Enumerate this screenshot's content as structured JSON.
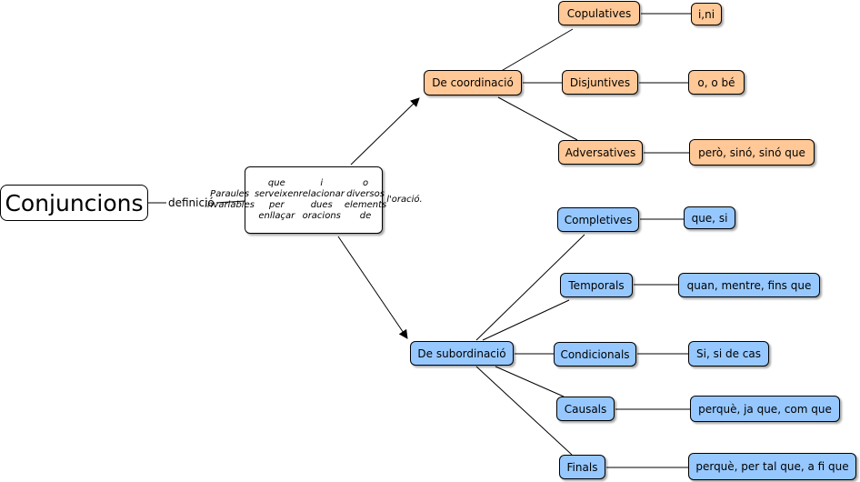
{
  "main": {
    "title": "Conjuncions"
  },
  "link_label": "definició",
  "definition": {
    "lines": [
      "Paraules invariables",
      "que serveixen per enllaçar",
      "i relacionar dues oracions",
      "o diversos elements de",
      "l'oració."
    ]
  },
  "coordination": {
    "label": "De coordinació",
    "types": [
      {
        "name": "Copulatives",
        "example": "i,ni"
      },
      {
        "name": "Disjuntives",
        "example": "o, o bé"
      },
      {
        "name": "Adversatives",
        "example": "però, sinó, sinó que"
      }
    ]
  },
  "subordination": {
    "label": "De subordinació",
    "types": [
      {
        "name": "Completives",
        "example": "que, si"
      },
      {
        "name": "Temporals",
        "example": "quan, mentre, fins que"
      },
      {
        "name": "Condicionals",
        "example": "Si, si de cas"
      },
      {
        "name": "Causals",
        "example": "perquè, ja que, com que"
      },
      {
        "name": "Finals",
        "example": "perquè, per tal que, a fi que"
      }
    ]
  },
  "colors": {
    "coordination": "#ffc896",
    "subordination": "#96c8ff",
    "line": "#000000"
  }
}
